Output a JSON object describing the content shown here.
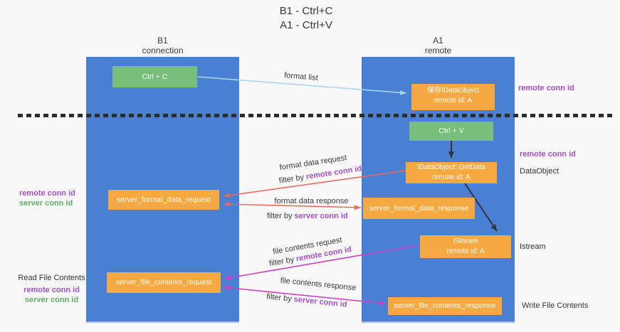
{
  "title": {
    "line1": "B1 - Ctrl+C",
    "line2": "A1 - Ctrl+V"
  },
  "lanes": {
    "left": {
      "name": "B1",
      "role": "connection"
    },
    "right": {
      "name": "A1",
      "role": "remote"
    }
  },
  "boxes": {
    "ctrl_c": {
      "label": "Ctrl + C"
    },
    "save_dataobject": {
      "line1": "保存IDataObject",
      "line2": "remote id: A"
    },
    "ctrl_v": {
      "label": "Ctrl + V"
    },
    "getdata": {
      "line1": "IDataObject::GetData",
      "line2": "remote id: A"
    },
    "format_request": {
      "label": "server_format_data_request"
    },
    "format_response": {
      "label": "server_format_data_response"
    },
    "istream": {
      "line1": "IStream",
      "line2": "remote id: A"
    },
    "file_request": {
      "label": "server_file_contents_request"
    },
    "file_response": {
      "label": "server_file_contents_response"
    }
  },
  "labels": {
    "format_list": "format list",
    "format_data_request": "format data request",
    "format_data_response": "format data response",
    "file_contents_request": "file contents request",
    "file_contents_response": "file contents response",
    "filter_by": "filter by",
    "remote_conn_id": "remote conn id",
    "server_conn_id": "server conn id",
    "dataobject": "DataObject",
    "istream": "Istream",
    "read_file_contents": "Read File Contents",
    "write_file_contents": "Write File Contents"
  },
  "colors": {
    "lane_blue": "#4a80d4",
    "box_orange": "#f7a941",
    "box_green": "#77bf7b",
    "arrow_blue": "#a9d5f2",
    "arrow_red": "#e9695f",
    "arrow_magenta": "#cb3ec0",
    "arrow_black": "#333333",
    "text_purple": "#a74fc6",
    "text_green": "#5fae63"
  }
}
